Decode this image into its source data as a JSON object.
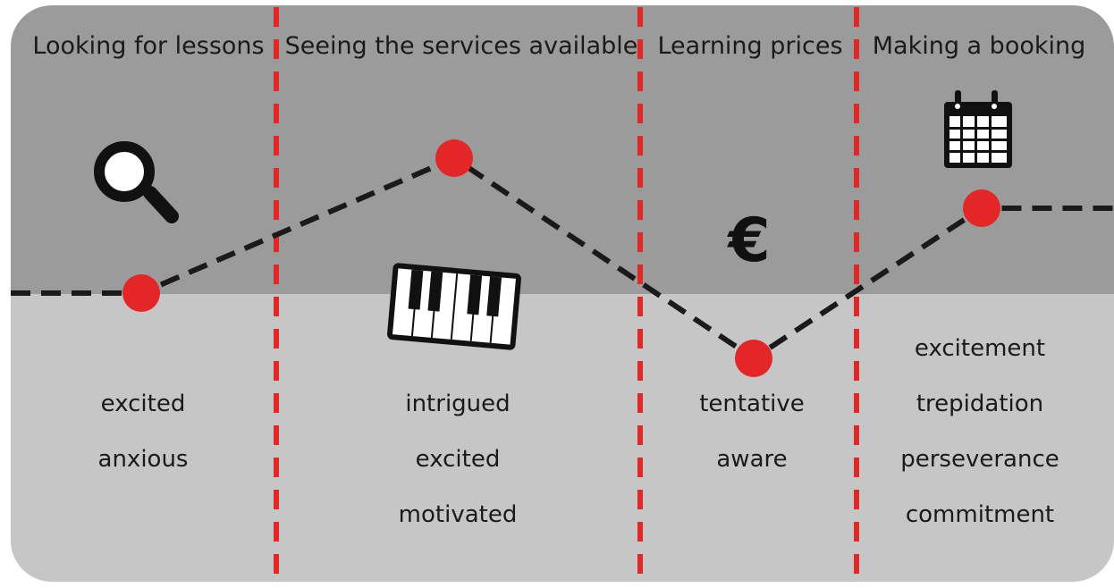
{
  "stages": [
    {
      "title": "Looking for lessons",
      "emotions": [
        "excited",
        "anxious"
      ],
      "icon": "magnifier-icon"
    },
    {
      "title": "Seeing the services available",
      "emotions": [
        "intrigued",
        "excited",
        "motivated"
      ],
      "icon": "piano-keyboard-icon"
    },
    {
      "title": "Learning prices",
      "emotions": [
        "tentative",
        "aware"
      ],
      "icon": "euro-icon"
    },
    {
      "title": "Making a booking",
      "emotions": [
        "excitement",
        "trepidation",
        "perseverance",
        "commitment"
      ],
      "icon": "calendar-icon"
    }
  ],
  "euro_symbol": "€",
  "colors": {
    "upper_band": "#9b9b9b",
    "lower_band": "#c6c6c6",
    "divider": "#e32626",
    "point": "#e32626",
    "journey_line": "#1a1a1a"
  }
}
